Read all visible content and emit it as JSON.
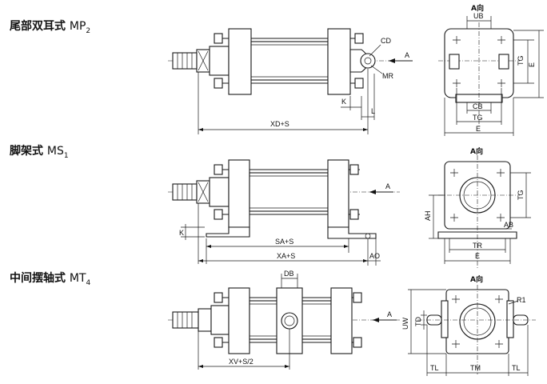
{
  "sections": [
    {
      "title_cn": "尾部双耳式",
      "code": "MP",
      "sub": "2"
    },
    {
      "title_cn": "脚架式",
      "code": "MS",
      "sub": "1"
    },
    {
      "title_cn": "中间摆轴式",
      "code": "MT",
      "sub": "4"
    }
  ],
  "view_label": "A向",
  "labels": {
    "mp": {
      "a": "A",
      "cd": "CD",
      "mr": "MR",
      "k": "K",
      "l": "L",
      "xd": "XD+S",
      "ub": "UB",
      "tg_side": "TG",
      "e_side": "E",
      "cb": "CB",
      "tg_bottom": "TG",
      "e_bottom": "E"
    },
    "ms": {
      "a": "A",
      "k": "K",
      "sa": "SA+S",
      "xa": "XA+S",
      "ao": "AO",
      "ah": "AH",
      "tg_side": "TG",
      "ab": "AB",
      "tr": "TR",
      "e_bottom": "E"
    },
    "mt": {
      "a": "A",
      "db": "DB",
      "xv": "XV+S/2",
      "uw": "UW",
      "td": "TD",
      "r1": "R1",
      "tl_left": "TL",
      "tm": "TM",
      "tl_right": "TL"
    }
  }
}
